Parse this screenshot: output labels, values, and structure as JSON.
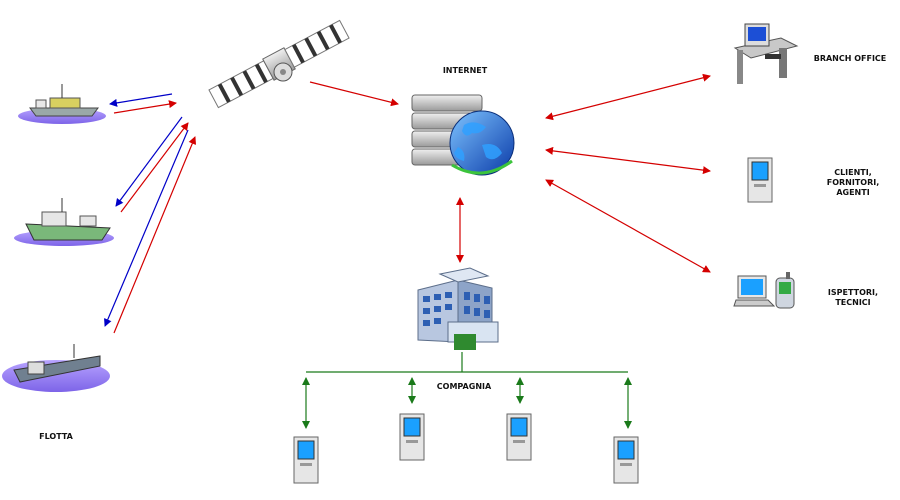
{
  "labels": {
    "internet": "INTERNET",
    "branch_office": "BRANCH OFFICE",
    "clients": "CLIENTI,\nFORNITORI,\nAGENTI",
    "inspectors": "ISPETTORI,\nTECNICI",
    "company": "COMPAGNIA",
    "fleet": "FLOTTA"
  },
  "colors": {
    "satellite_link_out": "#d40000",
    "satellite_link_in": "#0000c8",
    "lan": "#1a7a1a",
    "wan": "#d40000"
  },
  "icons": {
    "satellite": "satellite-icon",
    "server": "internet-server-globe-icon",
    "building": "company-building-icon",
    "desk": "branch-office-workstation-icon",
    "pc": "computer-terminal-icon",
    "laptop": "laptop-icon",
    "pda": "pda-icon",
    "ship": "ship-icon"
  }
}
